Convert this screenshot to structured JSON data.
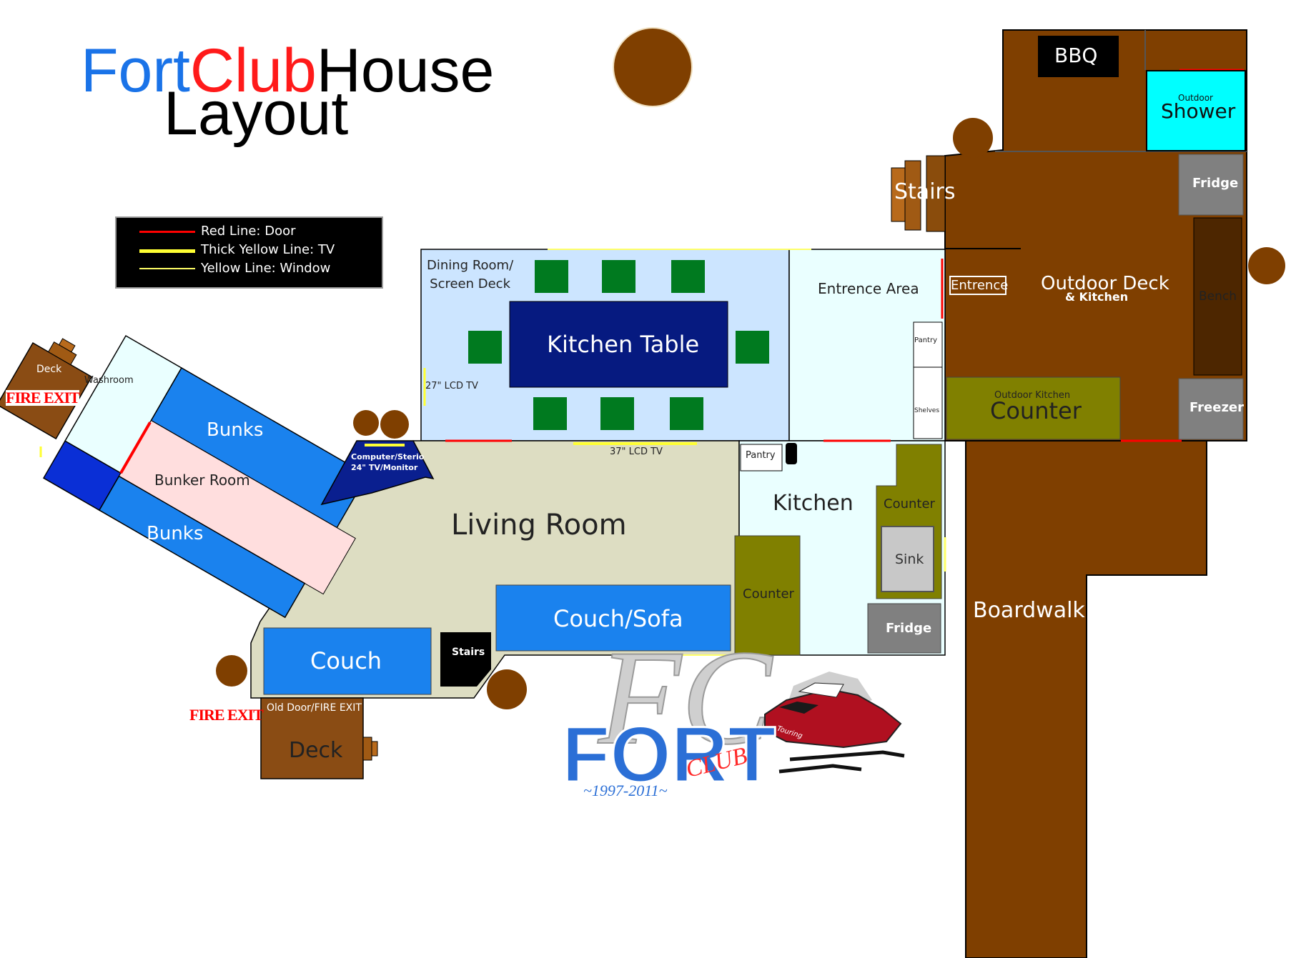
{
  "title": {
    "part1": "Fort",
    "part2": "Club",
    "part3": "House",
    "line2": "Layout"
  },
  "colors": {
    "fort": "#1a73e8",
    "club": "#ff1a1a",
    "door": "#ff0000",
    "tv": "#ffff33",
    "window": "#ffff66"
  },
  "legend": [
    {
      "text": "Red Line: Door",
      "kind": "door"
    },
    {
      "text": "Thick Yellow Line: TV",
      "kind": "tv"
    },
    {
      "text": "Yellow Line: Window",
      "kind": "window"
    }
  ],
  "rooms": {
    "dining": "Dining Room/\nScreen Deck",
    "kitchen_table": "Kitchen Table",
    "entrance_area": "Entrence Area",
    "entrance": "Entrence",
    "outdoor_deck": "Outdoor Deck",
    "outdoor_deck_sub": "& Kitchen",
    "bbq": "BBQ",
    "outdoor_small": "Outdoor",
    "shower": "Shower",
    "fridge_outdoor": "Fridge",
    "bench": "Bench",
    "freezer": "Freezer",
    "outdoor_kitchen_small": "Outdoor Kitchen",
    "outdoor_counter": "Counter",
    "stairs_top": "Stairs",
    "pantry_right": "Pantry",
    "shelves": "Shelves",
    "tv27": "27\" LCD TV",
    "tv37": "37\" LCD TV",
    "deck_left": "Deck",
    "washroom": "Washroom",
    "fire_exit": "FIRE EXIT",
    "bunks_top": "Bunks",
    "bunker_room": "Bunker Room",
    "bunks_bottom": "Bunks",
    "computer_line1": "Computer/Sterio",
    "computer_line2": "24\" TV/Monitor",
    "living_room": "Living Room",
    "couch_sofa": "Couch/Sofa",
    "couch": "Couch",
    "stairs_living": "Stairs",
    "old_door": "Old Door/FIRE EXIT",
    "deck_bottom": "Deck",
    "pantry_kitchen": "Pantry",
    "kitchen": "Kitchen",
    "counter_right": "Counter",
    "sink": "Sink",
    "counter_left": "Counter",
    "fridge_kitchen": "Fridge",
    "boardwalk": "Boardwalk"
  },
  "logo": {
    "word": "FORT",
    "club": "CLUB",
    "years": "~1997-2011~",
    "snowmobile_text": "Touring"
  }
}
